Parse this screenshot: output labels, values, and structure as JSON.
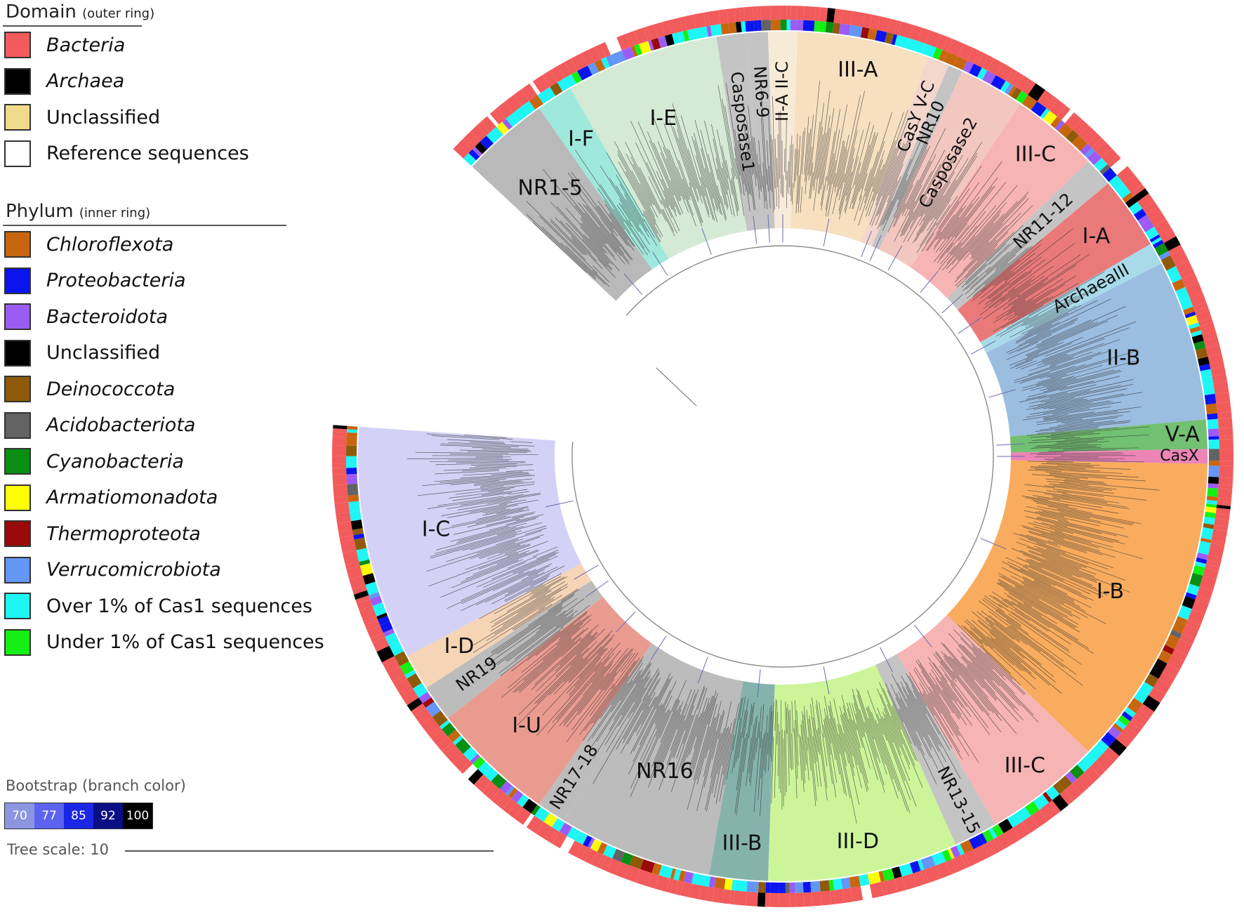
{
  "legend": {
    "domain": {
      "title": "Domain",
      "subtitle": "(outer ring)",
      "items": [
        {
          "label": "Bacteria",
          "color": "#f25b5b",
          "italic": true
        },
        {
          "label": "Archaea",
          "color": "#000000",
          "italic": true
        },
        {
          "label": "Unclassified",
          "color": "#efd98a",
          "italic": false
        },
        {
          "label": "Reference sequences",
          "color": "#ffffff",
          "italic": false
        }
      ]
    },
    "phylum": {
      "title": "Phylum",
      "subtitle": "(inner ring)",
      "items": [
        {
          "label": "Chloroflexota",
          "color": "#c8660f",
          "italic": true
        },
        {
          "label": "Proteobacteria",
          "color": "#0a14f0",
          "italic": true
        },
        {
          "label": "Bacteroidota",
          "color": "#9b5cf5",
          "italic": true
        },
        {
          "label": "Unclassified",
          "color": "#000000",
          "italic": false
        },
        {
          "label": "Deinococcota",
          "color": "#8f5a0a",
          "italic": true
        },
        {
          "label": "Acidobacteriota",
          "color": "#636363",
          "italic": true
        },
        {
          "label": "Cyanobacteria",
          "color": "#0a8f14",
          "italic": true
        },
        {
          "label": "Armatiomonadota",
          "color": "#ffff00",
          "italic": true
        },
        {
          "label": "Thermoproteota",
          "color": "#9b0a0a",
          "italic": true
        },
        {
          "label": "Verrucomicrobiota",
          "color": "#6496f5",
          "italic": true
        },
        {
          "label": "Over 1% of Cas1 sequences",
          "color": "#1ef5f5",
          "italic": false
        },
        {
          "label": "Under 1% of Cas1 sequences",
          "color": "#14f014",
          "italic": false
        }
      ]
    },
    "bootstrap": {
      "title": "Bootstrap (branch color)",
      "steps": [
        {
          "label": "70",
          "color": "#8c96e0"
        },
        {
          "label": "77",
          "color": "#5c64ef"
        },
        {
          "label": "85",
          "color": "#1c26e6"
        },
        {
          "label": "92",
          "color": "#0a0f85"
        },
        {
          "label": "100",
          "color": "#000000"
        }
      ]
    },
    "tree_scale": "Tree scale: 10"
  },
  "tree": {
    "root_color": "#7a7a7a",
    "clades": [
      {
        "label": "I-E",
        "color": "#d5ead5",
        "start": -120,
        "end": -99
      },
      {
        "label": "I-F",
        "color": "#9fe8dc",
        "start": -125,
        "end": -120
      },
      {
        "label": "NR1-5",
        "color": "#b9b9b9",
        "start": -137,
        "end": -125
      },
      {
        "label": "Casposase1",
        "color": "#c4c4c4",
        "start": -99,
        "end": -95
      },
      {
        "label": "NR6-9",
        "color": "#c4c4c4",
        "start": -95,
        "end": -92
      },
      {
        "label": "II-A II-C",
        "color": "#f7ebd8",
        "start": -92,
        "end": -88
      },
      {
        "label": "III-A",
        "color": "#f6e0c0",
        "start": -88,
        "end": -70
      },
      {
        "label": "CasY V-C",
        "color": "#f3d6cc",
        "start": -70,
        "end": -67
      },
      {
        "label": "NR10",
        "color": "#c4c4c4",
        "start": -67,
        "end": -65
      },
      {
        "label": "Casposase2",
        "color": "#f2c7c0",
        "start": -65,
        "end": -56
      },
      {
        "label": "III-C",
        "color": "#f7b4b4",
        "start": -56,
        "end": -44
      },
      {
        "label": "NR11-12",
        "color": "#c4c4c4",
        "start": -44,
        "end": -40
      },
      {
        "label": "I-A",
        "color": "#ea7a7a",
        "start": -40,
        "end": -30
      },
      {
        "label": "ArchaeaIII",
        "color": "#a8daea",
        "start": -30,
        "end": -27
      },
      {
        "label": "II-B",
        "color": "#9bbde0",
        "start": -27,
        "end": -5
      },
      {
        "label": "V-A",
        "color": "#72c072",
        "start": -5,
        "end": -1
      },
      {
        "label": "CasX",
        "color": "#ec84b6",
        "start": -1,
        "end": 1
      },
      {
        "label": "I-B",
        "color": "#f9ac5e",
        "start": 1,
        "end": 44
      },
      {
        "label": "III-C",
        "color": "#f7b4b4",
        "start": 44,
        "end": 60
      },
      {
        "label": "NR13-15",
        "color": "#c4c4c4",
        "start": 60,
        "end": 66
      },
      {
        "label": "III-D",
        "color": "#ccf59a",
        "start": 66,
        "end": 92
      },
      {
        "label": "III-B",
        "color": "#85b3ac",
        "start": 92,
        "end": 100
      },
      {
        "label": "NR16",
        "color": "#bcbcbc",
        "start": 100,
        "end": 121
      },
      {
        "label": "NR17-18",
        "color": "#bcbcbc",
        "start": 121,
        "end": 125
      },
      {
        "label": "I-U",
        "color": "#ea9b90",
        "start": 125,
        "end": 142
      },
      {
        "label": "NR19",
        "color": "#bcbcbc",
        "start": 142,
        "end": 147
      },
      {
        "label": "I-D",
        "color": "#f6d4b6",
        "start": 147,
        "end": 152
      },
      {
        "label": "I-C",
        "color": "#d3d1f5",
        "start": 152,
        "end": 184
      }
    ]
  }
}
